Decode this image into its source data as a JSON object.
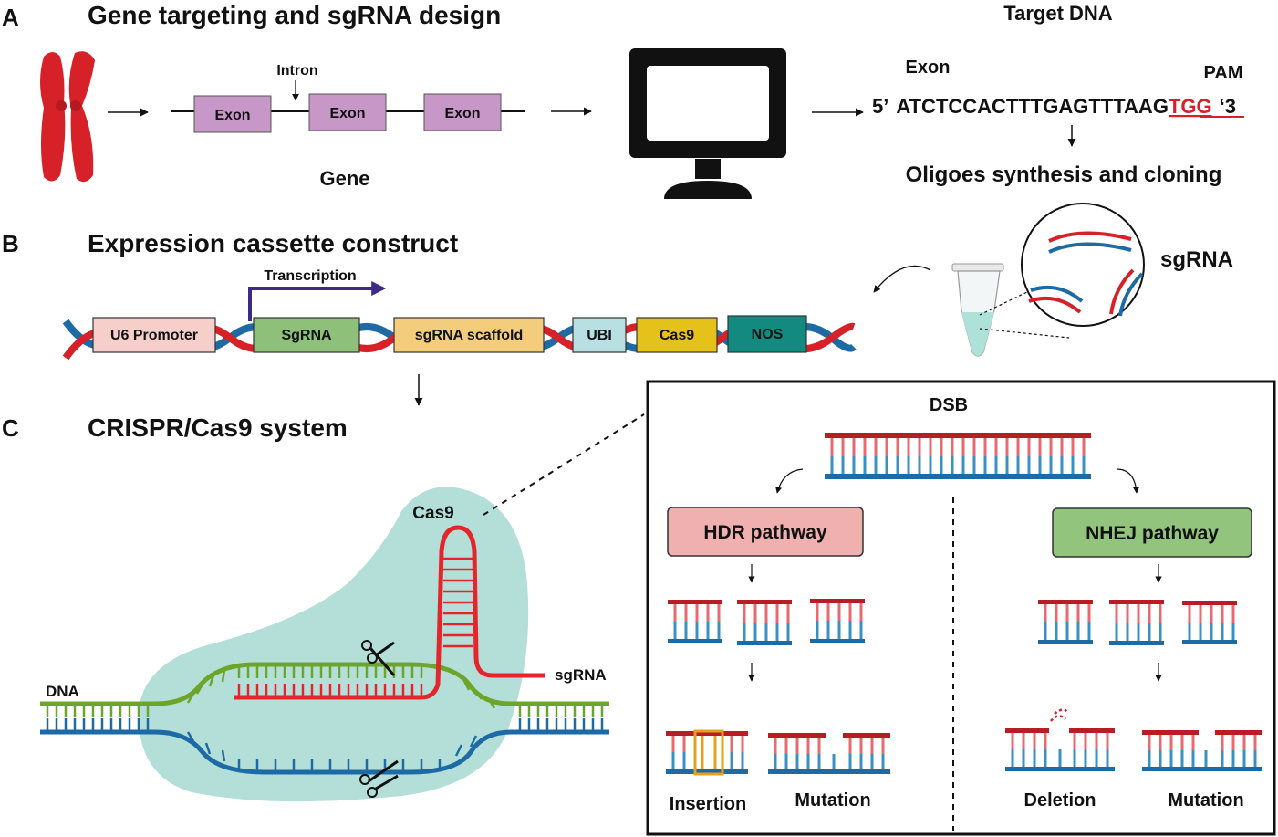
{
  "panel_a": {
    "letter": "A",
    "title": "Gene targeting and sgRNA design",
    "intron_label": "Intron",
    "exon_labels": [
      "Exon",
      "Exon",
      "Exon"
    ],
    "gene_label": "Gene",
    "target_title": "Target DNA",
    "exon_seq_label": "Exon",
    "pam_label": "PAM",
    "seq_5prime": "5’",
    "seq_main": "ATCTCCACTTTGAGTTTAAG",
    "seq_pam": "TGG",
    "seq_3prime": "‘3",
    "oligo_text": "Oligoes synthesis and cloning"
  },
  "panel_b": {
    "letter": "B",
    "title": "Expression cassette construct",
    "transcription_label": "Transcription",
    "elements": [
      {
        "label": "U6 Promoter",
        "color": "#f6cfcb"
      },
      {
        "label": "SgRNA",
        "color": "#8ec07a"
      },
      {
        "label": "sgRNA scaffold",
        "color": "#f3cd7c"
      },
      {
        "label": "UBI",
        "color": "#b8e0e2"
      },
      {
        "label": "Cas9",
        "color": "#e5c21a"
      },
      {
        "label": "NOS",
        "color": "#138a80"
      }
    ],
    "sgrna_label": "sgRNA"
  },
  "panel_c": {
    "letter": "C",
    "title": "CRISPR/Cas9 system",
    "cas9_label": "Cas9",
    "sgrna_label": "sgRNA",
    "dna_label": "DNA"
  },
  "dsb_box": {
    "title": "DSB",
    "hdr_label": "HDR pathway",
    "nhej_label": "NHEJ pathway",
    "hdr_color": "#f0b0b0",
    "nhej_color": "#92c47e",
    "outcomes": [
      "Insertion",
      "Mutation",
      "Deletion",
      "Mutation"
    ]
  },
  "colors": {
    "red": "#d62128",
    "blue": "#1d6aa5",
    "green": "#6da52a",
    "purple": "#c797c8",
    "cas9_blob": "#b4dfd9",
    "arrow_purple": "#3c2a86"
  }
}
